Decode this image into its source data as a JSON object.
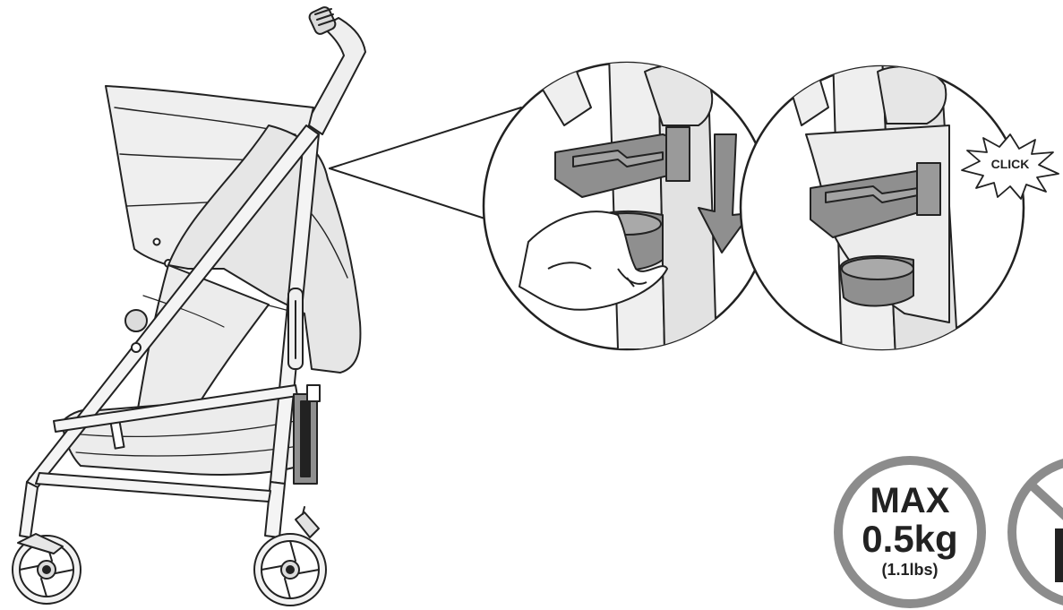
{
  "callouts": {
    "click_label": "CLICK"
  },
  "weight_limit": {
    "line1": "MAX",
    "line2": "0.5kg",
    "line3": "(1.1lbs)"
  },
  "colors": {
    "outline": "#222222",
    "fabric": "#efefef",
    "fabric_shade": "#dcdcdc",
    "cup_holder": "#8f8f8f",
    "cup_holder_dark": "#707070",
    "badge_ring": "#8c8c8c"
  }
}
